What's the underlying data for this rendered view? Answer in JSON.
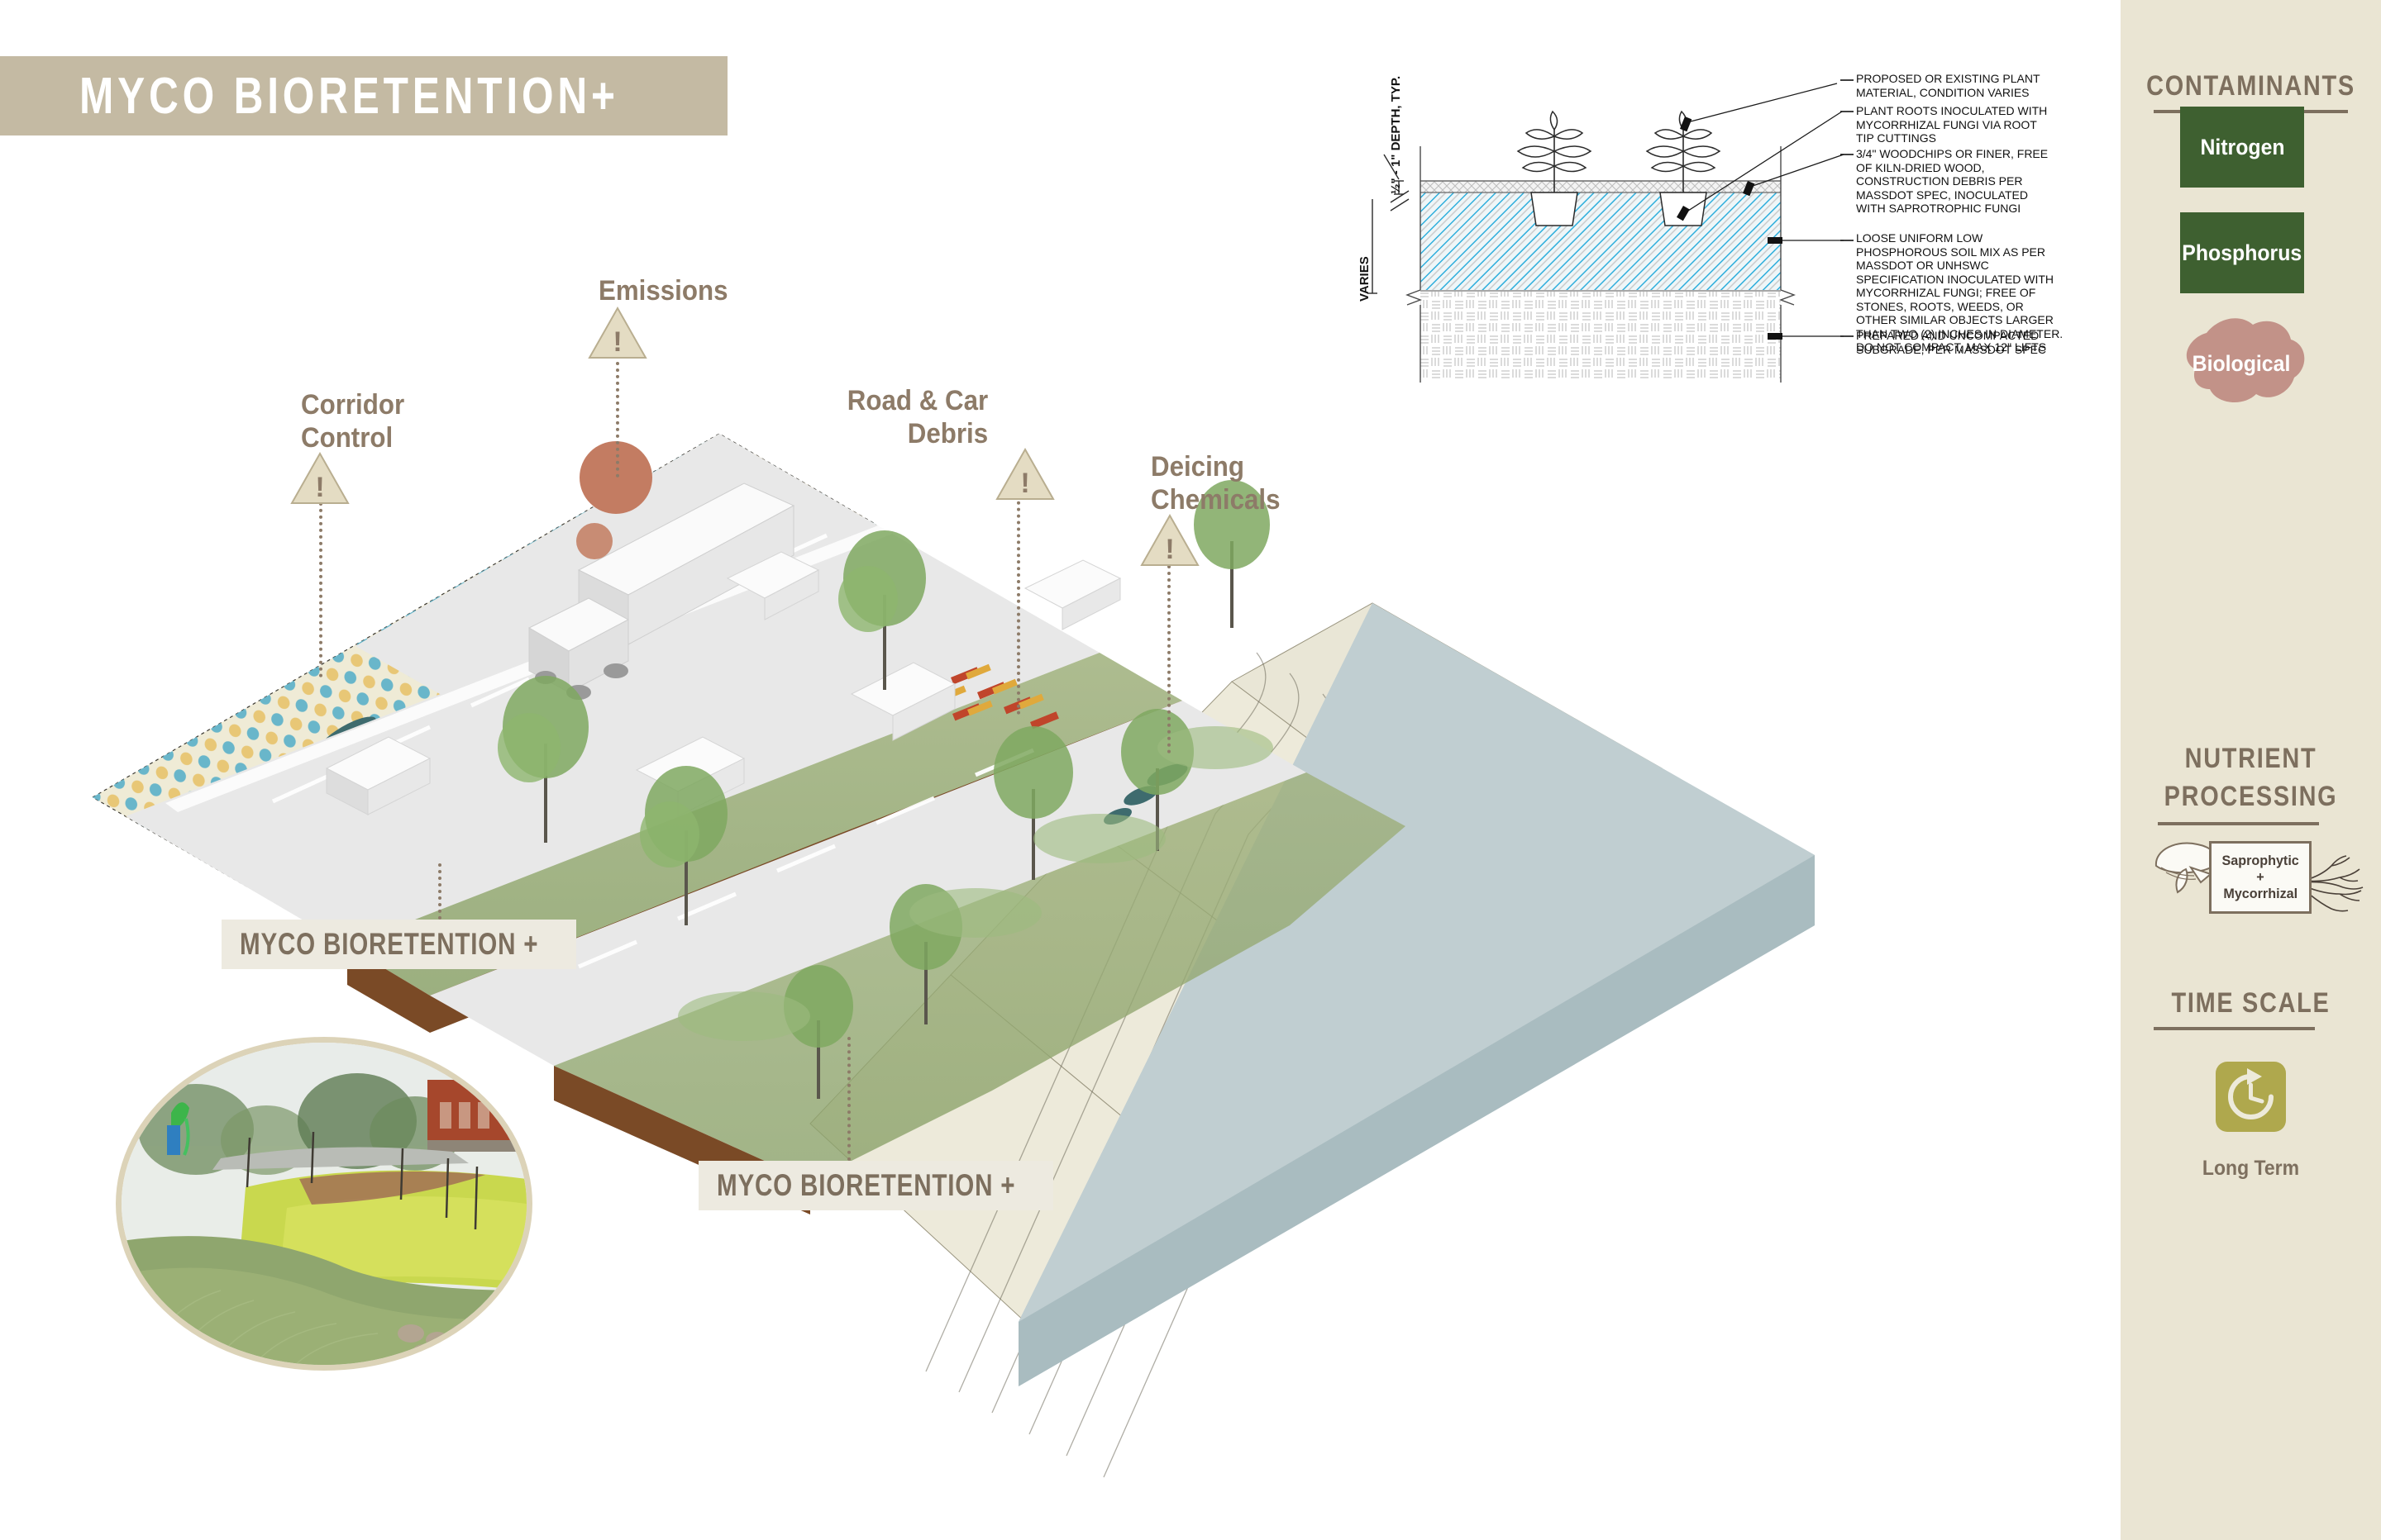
{
  "title": {
    "text": "MYCO BIORETENTION+"
  },
  "scene": {
    "warnings": [
      {
        "label": "Corridor\nControl",
        "icon": "warning-triangle-icon",
        "align": "left"
      },
      {
        "label": "Emissions",
        "icon": "warning-triangle-icon",
        "align": "left"
      },
      {
        "label": "Road & Car\nDebris",
        "icon": "warning-triangle-icon",
        "align": "right"
      },
      {
        "label": "Deicing\nChemicals",
        "icon": "warning-triangle-icon",
        "align": "left"
      }
    ],
    "callouts": [
      {
        "label": "MYCO BIORETENTION +"
      },
      {
        "label": "MYCO BIORETENTION +"
      }
    ],
    "photo_caption": "bioretention-garden-photo"
  },
  "detail": {
    "vertical_labels": [
      {
        "text": "½\" - 1\" DEPTH, TYP."
      },
      {
        "text": "VARIES"
      }
    ],
    "notes": [
      "PROPOSED OR EXISTING PLANT\nMATERIAL, CONDITION VARIES",
      "PLANT ROOTS INOCULATED WITH\nMYCORRHIZAL FUNGI VIA ROOT\nTIP CUTTINGS",
      "3/4\" WOODCHIPS OR FINER, FREE\nOF KILN-DRIED WOOD,\nCONSTRUCTION DEBRIS PER\nMASSDOT SPEC, INOCULATED\nWITH SAPROTROPHIC FUNGI",
      "LOOSE UNIFORM LOW\nPHOSPHOROUS SOIL MIX AS PER\nMASSDOT OR UNHSWC\nSPECIFICATION INOCULATED WITH\nMYCORRHIZAL FUNGI; FREE OF\nSTONES, ROOTS, WEEDS, OR\nOTHER SIMILAR OBJECTS LARGER\nTHAN TWO (2) INCHES IN DIAMETER.\nDO NOT COMPACT, MAX 12\" LIFTS",
      "PREPARED AND UNCOMPACTED\nSUBGRADE, PER MASSDOT SPEC"
    ]
  },
  "sidebar": {
    "contaminants": {
      "heading": "CONTAMINANTS",
      "items": [
        {
          "label": "Nitrogen",
          "shape": "rect",
          "color": "#3E6030"
        },
        {
          "label": "Phosphorus",
          "shape": "rect",
          "color": "#3E6030"
        },
        {
          "label": "Biological",
          "shape": "blob",
          "color": "#C29288"
        }
      ]
    },
    "nutrient_processing": {
      "heading": "NUTRIENT\nPROCESSING",
      "badge_line1": "Saprophytic",
      "badge_line2": "+",
      "badge_line3": "Mycorrhizal",
      "icons": [
        "mushroom-icon",
        "root-icon"
      ]
    },
    "time_scale": {
      "heading": "TIME SCALE",
      "icon": "clock-rotate-icon",
      "icon_color": "#AFA84D",
      "value": "Long Term"
    }
  },
  "colors": {
    "title_bar": "#C4BAA3",
    "sidebar_bg": "#EAE5D3",
    "brown_text": "#7D6F5E",
    "flag_fill": "#E4DCC3",
    "flag_text": "#8D7B68",
    "chip_bg": "#EDEAE0",
    "water": "#BCCBCE",
    "sand": "#EDEADA",
    "soil": "#7A4A26"
  }
}
